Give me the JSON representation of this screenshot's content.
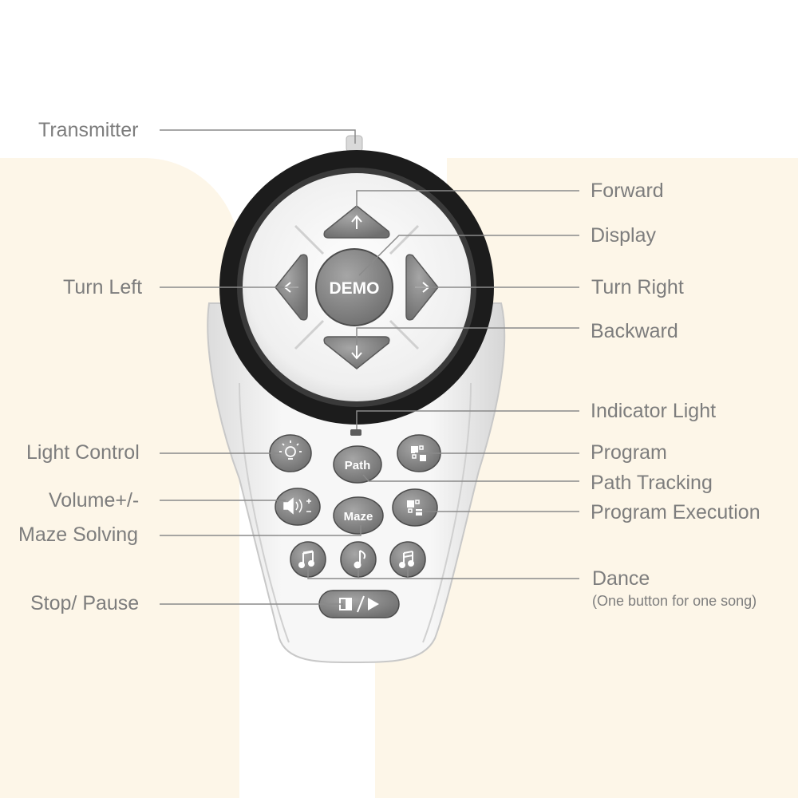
{
  "labels": {
    "transmitter": "Transmitter",
    "forward": "Forward",
    "display": "Display",
    "turn_left": "Turn Left",
    "turn_right": "Turn Right",
    "backward": "Backward",
    "indicator_light": "Indicator Light",
    "light_control": "Light Control",
    "program": "Program",
    "path_tracking": "Path Tracking",
    "volume": "Volume+/-",
    "program_execution": "Program Execution",
    "maze_solving": "Maze Solving",
    "dance": "Dance",
    "dance_note": "(One button for one song)",
    "stop_pause": "Stop/ Pause"
  },
  "buttons": {
    "demo": "DEMO",
    "path": "Path",
    "maze": "Maze"
  },
  "colors": {
    "label_text": "#7d7d7d",
    "leader_line": "#8a8a8a",
    "button_fill": "#8c8c8c",
    "ring": "#1c1c1c",
    "body": "#f4f4f4",
    "background_shape": "#fdf6e8"
  },
  "icons": {
    "forward": "arrow-up-icon",
    "backward": "arrow-down-icon",
    "left": "arrow-left-icon",
    "right": "arrow-right-icon",
    "light": "bulb-icon",
    "program": "program-icon",
    "program_execution": "program-execution-icon",
    "volume": "speaker-icon",
    "song1": "music-note-icon",
    "song2": "music-note-icon",
    "song3": "music-note-icon",
    "stop_pause": "stop-play-icon"
  }
}
